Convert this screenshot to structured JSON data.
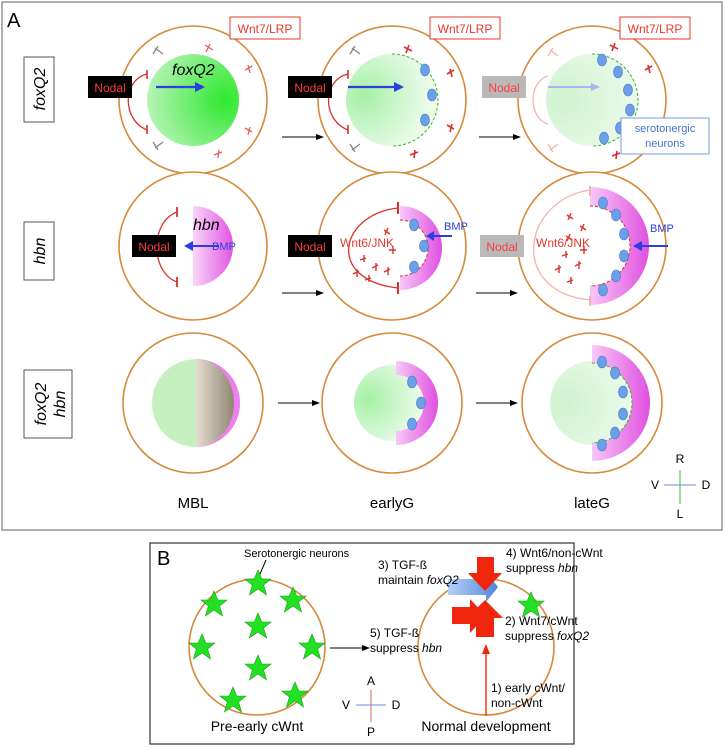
{
  "panelA": {
    "label": "A",
    "rows": [
      {
        "label_lines": [
          "foxQ2"
        ]
      },
      {
        "label_lines": [
          "hbn"
        ]
      },
      {
        "label_lines": [
          "foxQ2",
          "hbn"
        ]
      }
    ],
    "stages": [
      "MBL",
      "earlyG",
      "lateG"
    ],
    "nodal": "Nodal",
    "wnt7_lrp": "Wnt7/LRP",
    "wnt6_jnk": "Wnt6/JNK",
    "bmp": "BMP",
    "foxq2_in_embryo": "foxQ2",
    "hbn_in_embryo": "hbn",
    "serotonergic_lines": [
      "serotonergic",
      "neurons"
    ],
    "axes": {
      "up": "R",
      "down": "L",
      "left": "V",
      "right": "D"
    }
  },
  "panelB": {
    "label": "B",
    "left_caption": "Pre-early cWnt",
    "left_annotation": "Serotonergic neurons",
    "right_caption": "Normal development",
    "steps": {
      "s1": [
        "1) early cWnt/",
        "non-cWnt"
      ],
      "s2a": "2) Wnt7/cWnt",
      "s2b_prefix": "suppress ",
      "s2b_italic": "foxQ2",
      "s3a": "3) TGF-ß",
      "s3b_prefix": "maintain ",
      "s3b_italic": "foxQ2",
      "s4a": "4) Wnt6/non-cWnt",
      "s4b_prefix": "suppress ",
      "s4b_italic": "hbn",
      "s5a": "5) TGF-ß",
      "s5b_prefix": "suppress ",
      "s5b_italic": "hbn"
    },
    "axes": {
      "up": "A",
      "down": "P",
      "left": "V",
      "right": "D"
    }
  },
  "colors": {
    "circle": "#d58a3a",
    "red": "#e8372c",
    "blue": "#2a3fe0",
    "green": "#2ee82e",
    "magenta": "#e85ee8",
    "neuron": "#6aa0e8"
  }
}
